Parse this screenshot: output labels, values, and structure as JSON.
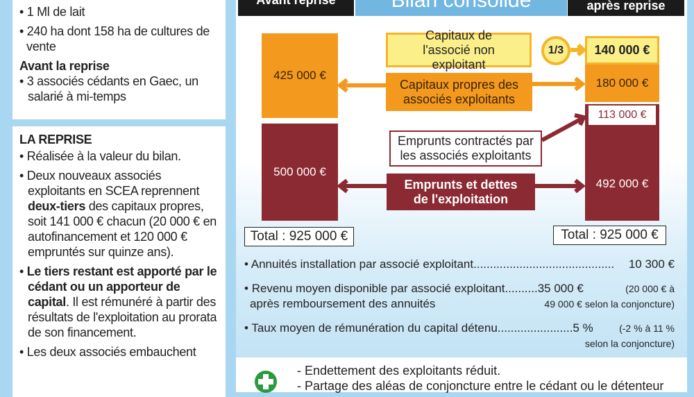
{
  "left_top": {
    "items": [
      "1 Ml de lait",
      "240 ha dont 158 ha de cultures de vente"
    ],
    "section_title": "Avant la reprise",
    "section_items": [
      "3 associés cédants en Gaec, un salarié à mi-temps"
    ]
  },
  "left_bottom": {
    "title": "LA REPRISE",
    "item1": "Réalisée à la valeur du bilan.",
    "item2_a": "Deux nouveaux associés exploitants en SCEA reprennent ",
    "item2_bold": "deux-tiers",
    "item2_b": " des capitaux propres, soit 141 000 € chacun (20 000 € en autofinancement et 120 000 € empruntés sur quinze ans).",
    "item3_bold": "Le tiers restant est apporté par le cédant ou un apporteur de capital",
    "item3_b": ". Il est rémunéré à partir des résultats de l'exploitation au prorata de son financement.",
    "item4": "Les deux associés embauchent"
  },
  "header": {
    "before": "Avant reprise",
    "title": "Bilan consolidé",
    "after": "après reprise"
  },
  "diagram": {
    "before_equity": "425 000 €",
    "before_debt": "500 000 €",
    "before_total": "Total : 925 000 €",
    "after_nonop": "140 000 €",
    "after_equity": "180 000 €",
    "after_loans": "113 000 €",
    "after_debt": "492 000 €",
    "after_total": "Total : 925 000 €",
    "label_nonop": "Capitaux de l'associé non exploitant",
    "fraction": "1/3",
    "label_equity": "Capitaux propres des associés exploitants",
    "label_loans": "Emprunts contractés par les associés exploitants",
    "label_debt": "Emprunts et dettes de l'exploitation"
  },
  "stats": [
    {
      "label": "Annuités installation par associé exploitant",
      "dots": "...........................................",
      "value": "10 300 €"
    },
    {
      "label": "Revenu moyen disponible par associé exploitant",
      "dots": "..........",
      "value": "35 000 €",
      "note1": "(20 000 € à",
      "line2": "après remboursement des annuités",
      "note2": "49 000 € selon la conjoncture)"
    },
    {
      "label": "Taux moyen de rémunération du capital détenu",
      "dots": ".......................",
      "value": "5 %",
      "note1": "(-2 % à 11 %",
      "note2": "selon la conjoncture)"
    }
  ],
  "advantages": [
    "- Endettement des exploitants réduit.",
    "- Partage des aléas de conjoncture entre le cédant ou le détenteur"
  ],
  "colors": {
    "orange": "#f39a1e",
    "maroon": "#8b2a32",
    "yellow": "#fbef8a",
    "blue": "#72b6e2",
    "green": "#2a9a3c"
  }
}
